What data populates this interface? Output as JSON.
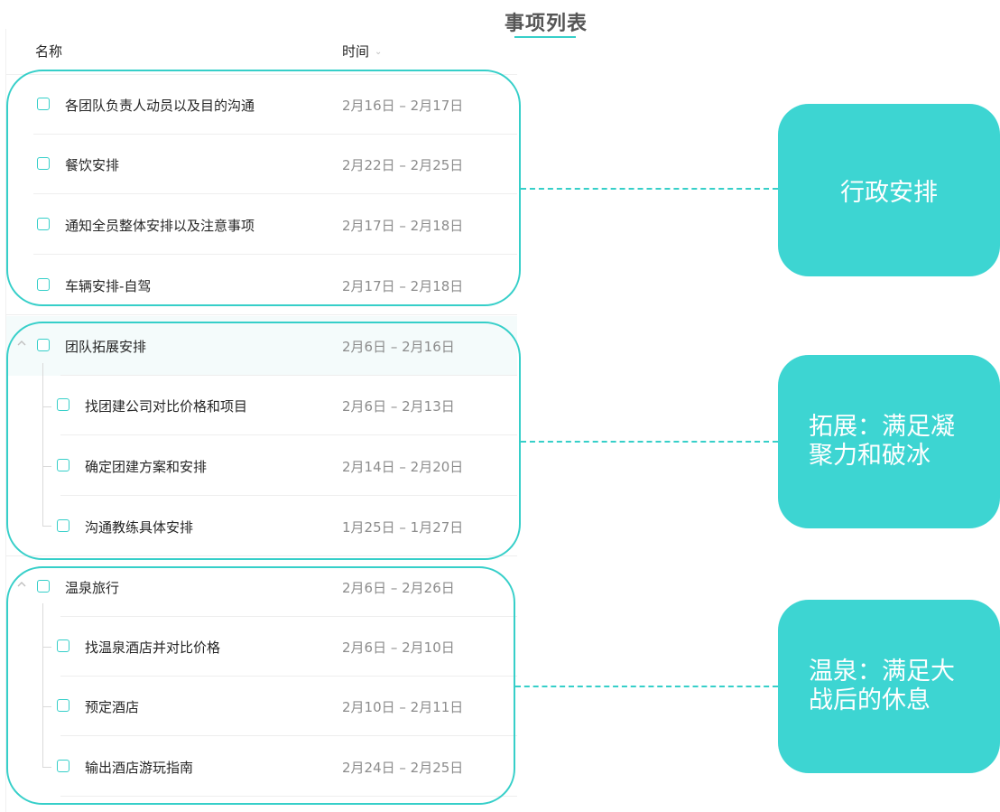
{
  "title": "事项列表",
  "header": {
    "name_label": "名称",
    "time_label": "时间"
  },
  "groups": [
    {
      "label": "",
      "time": "",
      "callout": "行政安排",
      "items": [
        {
          "label": "各团队负责人动员以及目的沟通",
          "time": "2月16日 – 2月17日"
        },
        {
          "label": "餐饮安排",
          "time": "2月22日 – 2月25日"
        },
        {
          "label": "通知全员整体安排以及注意事项",
          "time": "2月17日 – 2月18日"
        },
        {
          "label": "车辆安排-自驾",
          "time": "2月17日 – 2月18日"
        }
      ]
    },
    {
      "label": "团队拓展安排",
      "time": "2月6日 – 2月16日",
      "callout": "拓展：满足凝聚力和破冰",
      "items": [
        {
          "label": "找团建公司对比价格和项目",
          "time": "2月6日 – 2月13日"
        },
        {
          "label": "确定团建方案和安排",
          "time": "2月14日 – 2月20日"
        },
        {
          "label": "沟通教练具体安排",
          "time": "1月25日 – 1月27日"
        }
      ]
    },
    {
      "label": "温泉旅行",
      "time": "2月6日 – 2月26日",
      "callout": "温泉：满足大战后的休息",
      "items": [
        {
          "label": "找温泉酒店并对比价格",
          "time": "2月6日 – 2月10日"
        },
        {
          "label": "预定酒店",
          "time": "2月10日 – 2月11日"
        },
        {
          "label": "输出酒店游玩指南",
          "time": "2月24日 – 2月25日"
        }
      ]
    }
  ],
  "colors": {
    "accent": "#36cfc9",
    "callout_bg": "#3dd5d2"
  }
}
